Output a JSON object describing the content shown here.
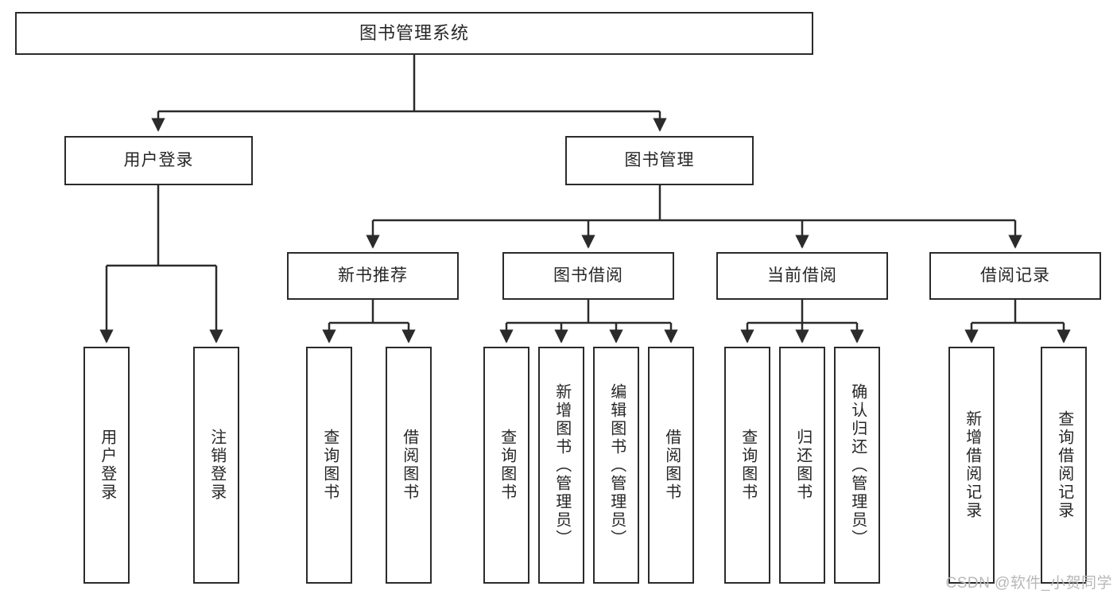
{
  "diagram": {
    "type": "tree-hierarchy",
    "title": "图书管理系统",
    "watermark": "CSDN @软件_小贺同学",
    "colors": {
      "stroke": "#2b2b2b",
      "fill": "#ffffff",
      "text": "#262626",
      "watermark": "#b8b8b8"
    },
    "root": {
      "label": "图书管理系统"
    },
    "level2": [
      {
        "label": "用户登录"
      },
      {
        "label": "图书管理"
      }
    ],
    "level3": [
      {
        "label": "新书推荐"
      },
      {
        "label": "图书借阅"
      },
      {
        "label": "当前借阅"
      },
      {
        "label": "借阅记录"
      }
    ],
    "leaves": {
      "user_login": [
        {
          "label": "用户登录"
        },
        {
          "label": "注销登录"
        }
      ],
      "new_book_recommend": [
        {
          "label": "查询图书"
        },
        {
          "label": "借阅图书"
        }
      ],
      "book_borrow": [
        {
          "label": "查询图书"
        },
        {
          "label": "新增图书（管理员）"
        },
        {
          "label": "编辑图书（管理员）"
        },
        {
          "label": "借阅图书"
        }
      ],
      "current_borrow": [
        {
          "label": "查询图书"
        },
        {
          "label": "归还图书"
        },
        {
          "label": "确认归还（管理员）"
        }
      ],
      "borrow_record": [
        {
          "label": "新增借阅记录"
        },
        {
          "label": "查询借阅记录"
        }
      ]
    }
  }
}
